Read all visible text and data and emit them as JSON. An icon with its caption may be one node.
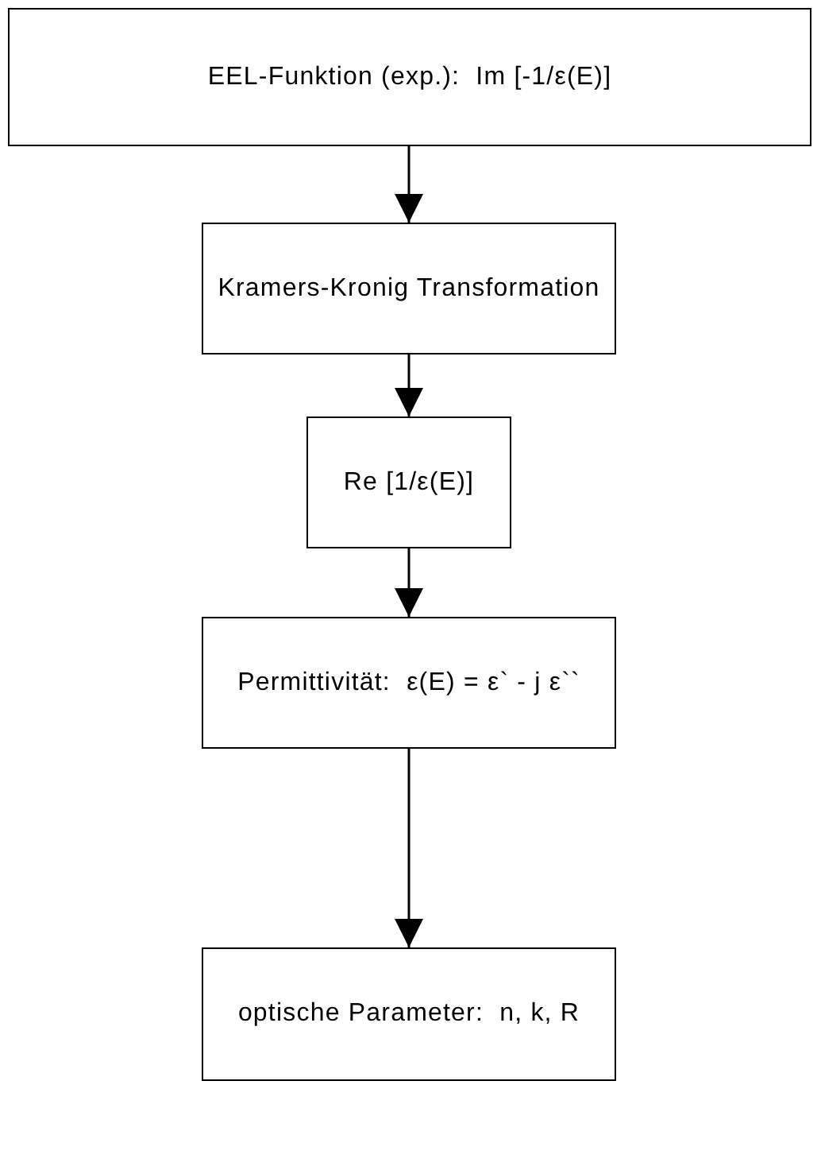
{
  "diagram": {
    "nodes": [
      {
        "text": [
          "EEL-Funktion (exp.):  Im [-1/ε(E)]"
        ]
      },
      {
        "text": [
          "Kramers-Kronig Transformation"
        ]
      },
      {
        "text": [
          "Re [1/ε(E)]"
        ]
      },
      {
        "text": [
          "Permittivität:  ε(E) = ε` - j ε``"
        ]
      },
      {
        "text": [
          "optische Parameter:  n, k, R"
        ]
      }
    ],
    "edges": [
      {
        "from": 0,
        "to": 1,
        "arrow": "to"
      },
      {
        "from": 1,
        "to": 2,
        "arrow": "to"
      },
      {
        "from": 2,
        "to": 3,
        "arrow": "to"
      },
      {
        "from": 3,
        "to": 4,
        "arrow": "to"
      }
    ]
  }
}
